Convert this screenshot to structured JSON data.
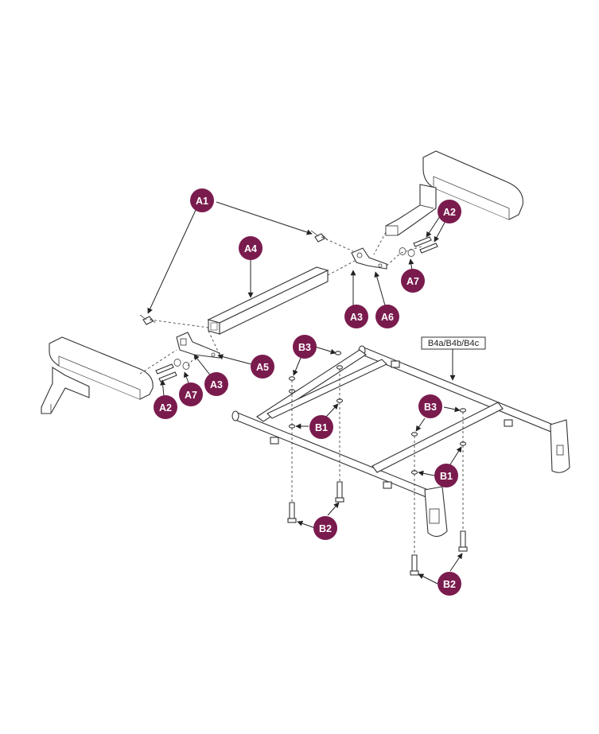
{
  "colors": {
    "callout_fill": "#7a1b4e",
    "callout_text": "#ffffff",
    "line": "#222222"
  },
  "callouts": {
    "a1": "A1",
    "a2_right": "A2",
    "a7_right": "A7",
    "a4": "A4",
    "a3_right": "A3",
    "a6": "A6",
    "a5": "A5",
    "a3_left": "A3",
    "a7_left": "A7",
    "a2_left": "A2",
    "b3_left": "B3",
    "b1_left": "B1",
    "b2_left": "B2",
    "b3_right": "B3",
    "b1_right": "B1",
    "b2_right": "B2"
  },
  "frame_label": "B4a/B4b/B4c"
}
